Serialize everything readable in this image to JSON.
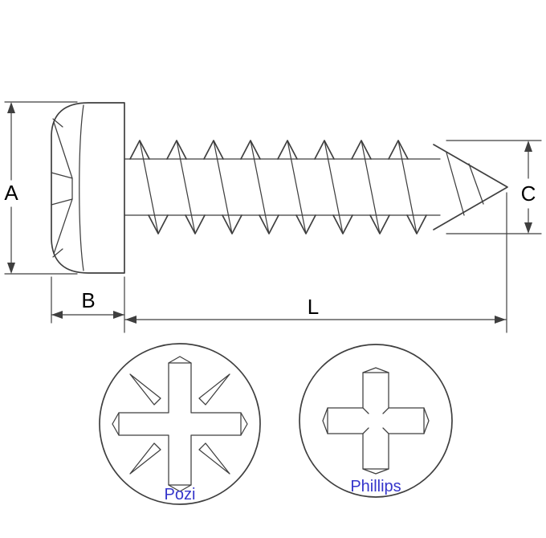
{
  "diagram": {
    "dimensions": {
      "a": "A",
      "b": "B",
      "c": "C",
      "l": "L"
    },
    "drives": [
      {
        "label": "Pozi"
      },
      {
        "label": "Phillips"
      }
    ],
    "colors": {
      "line": "#3f3f3f",
      "dimension_text": "#000000",
      "drive_text": "#3535cb",
      "background": "#ffffff"
    }
  }
}
